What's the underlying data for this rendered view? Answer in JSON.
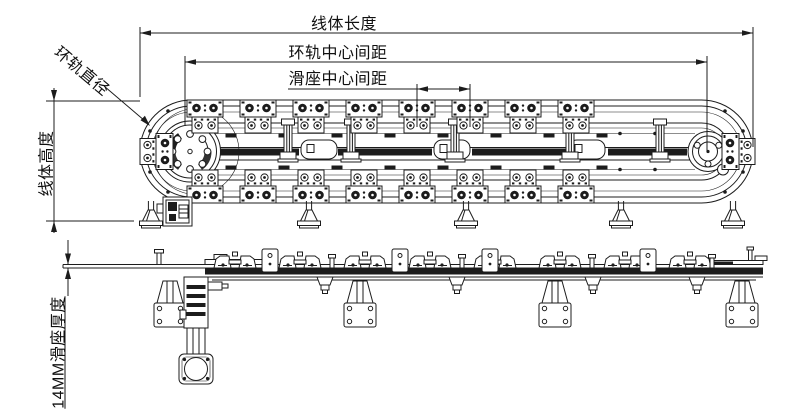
{
  "drawing": {
    "background_color": "#ffffff",
    "line_color": "#1c1c1c",
    "dimensions": {
      "line_length": "线体长度",
      "ring_center_spacing": "环轨中心间距",
      "slider_center_spacing": "滑座中心间距",
      "ring_diameter": "环轨直径",
      "line_height": "线体高度",
      "slider_thickness": "14MM滑座厚度"
    }
  }
}
